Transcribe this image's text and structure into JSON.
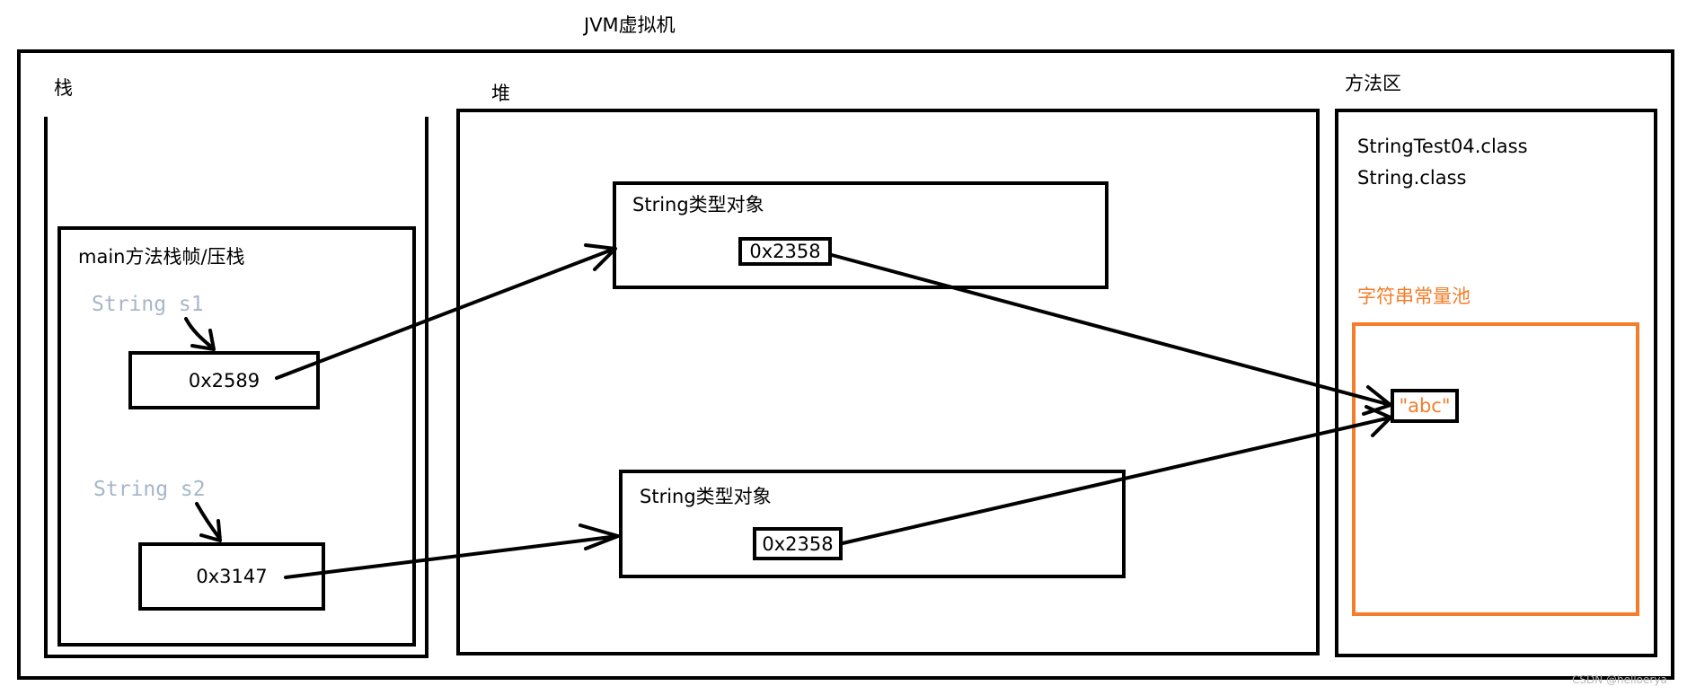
{
  "title": "JVM虚拟机",
  "stack": {
    "label": "栈",
    "frame_label": "main方法栈帧/压栈",
    "vars": [
      {
        "name": "String s1",
        "value": "0x2589"
      },
      {
        "name": "String s2",
        "value": "0x3147"
      }
    ]
  },
  "heap": {
    "label": "堆",
    "objects": [
      {
        "label": "String类型对象",
        "ref": "0x2358"
      },
      {
        "label": "String类型对象",
        "ref": "0x2358"
      }
    ]
  },
  "method_area": {
    "label": "方法区",
    "classes": [
      "StringTest04.class",
      "String.class"
    ],
    "pool_label": "字符串常量池",
    "pool_value": "\"abc\""
  },
  "colors": {
    "pool": "#f47d2a",
    "var_name": "#a7b6c8",
    "line": "#000000"
  },
  "watermark": "CSDN @helloerya"
}
